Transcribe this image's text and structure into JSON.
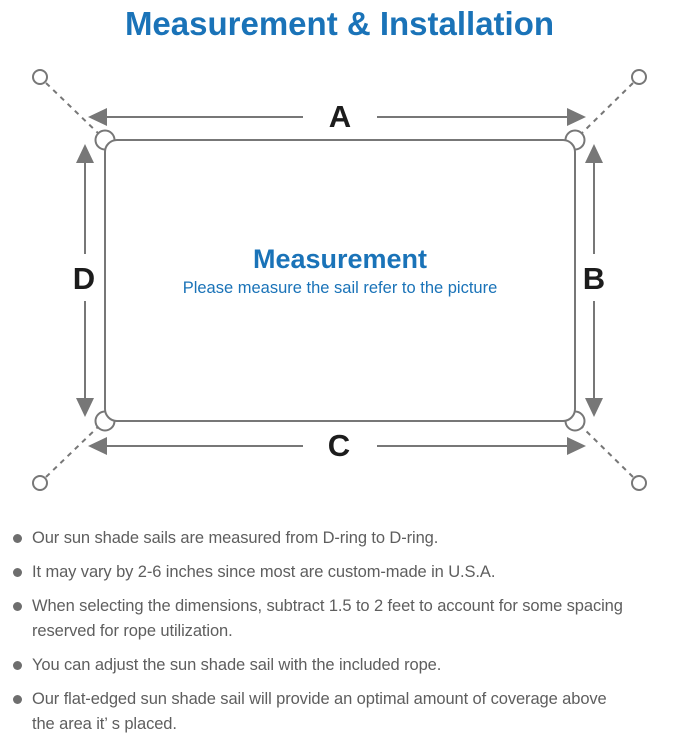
{
  "title": "Measurement & Installation",
  "diagram": {
    "dimension_labels": {
      "top": "A",
      "right": "B",
      "bottom": "C",
      "left": "D"
    },
    "center_heading": "Measurement",
    "center_subheading": "Please measure the sail refer to the picture"
  },
  "bullets": [
    "Our sun shade sails are measured from D-ring to D-ring.",
    "It may vary by 2-6 inches since most are custom-made in U.S.A.",
    "When selecting the dimensions, subtract 1.5 to 2 feet to account for some spacing\nreserved for rope utilization.",
    "You can adjust the sun shade sail with the included rope.",
    "Our flat-edged sun shade sail will provide an optimal amount of coverage above\nthe area it’ s placed."
  ],
  "colors": {
    "title_blue": "#1a73b8",
    "center_text_blue": "#1a73b8",
    "diagram_gray": "#777777",
    "dimension_label_black": "#1c1c1c",
    "bullet_text_gray": "#5e5e5e",
    "bullet_dot_gray": "#6e6e6e"
  }
}
